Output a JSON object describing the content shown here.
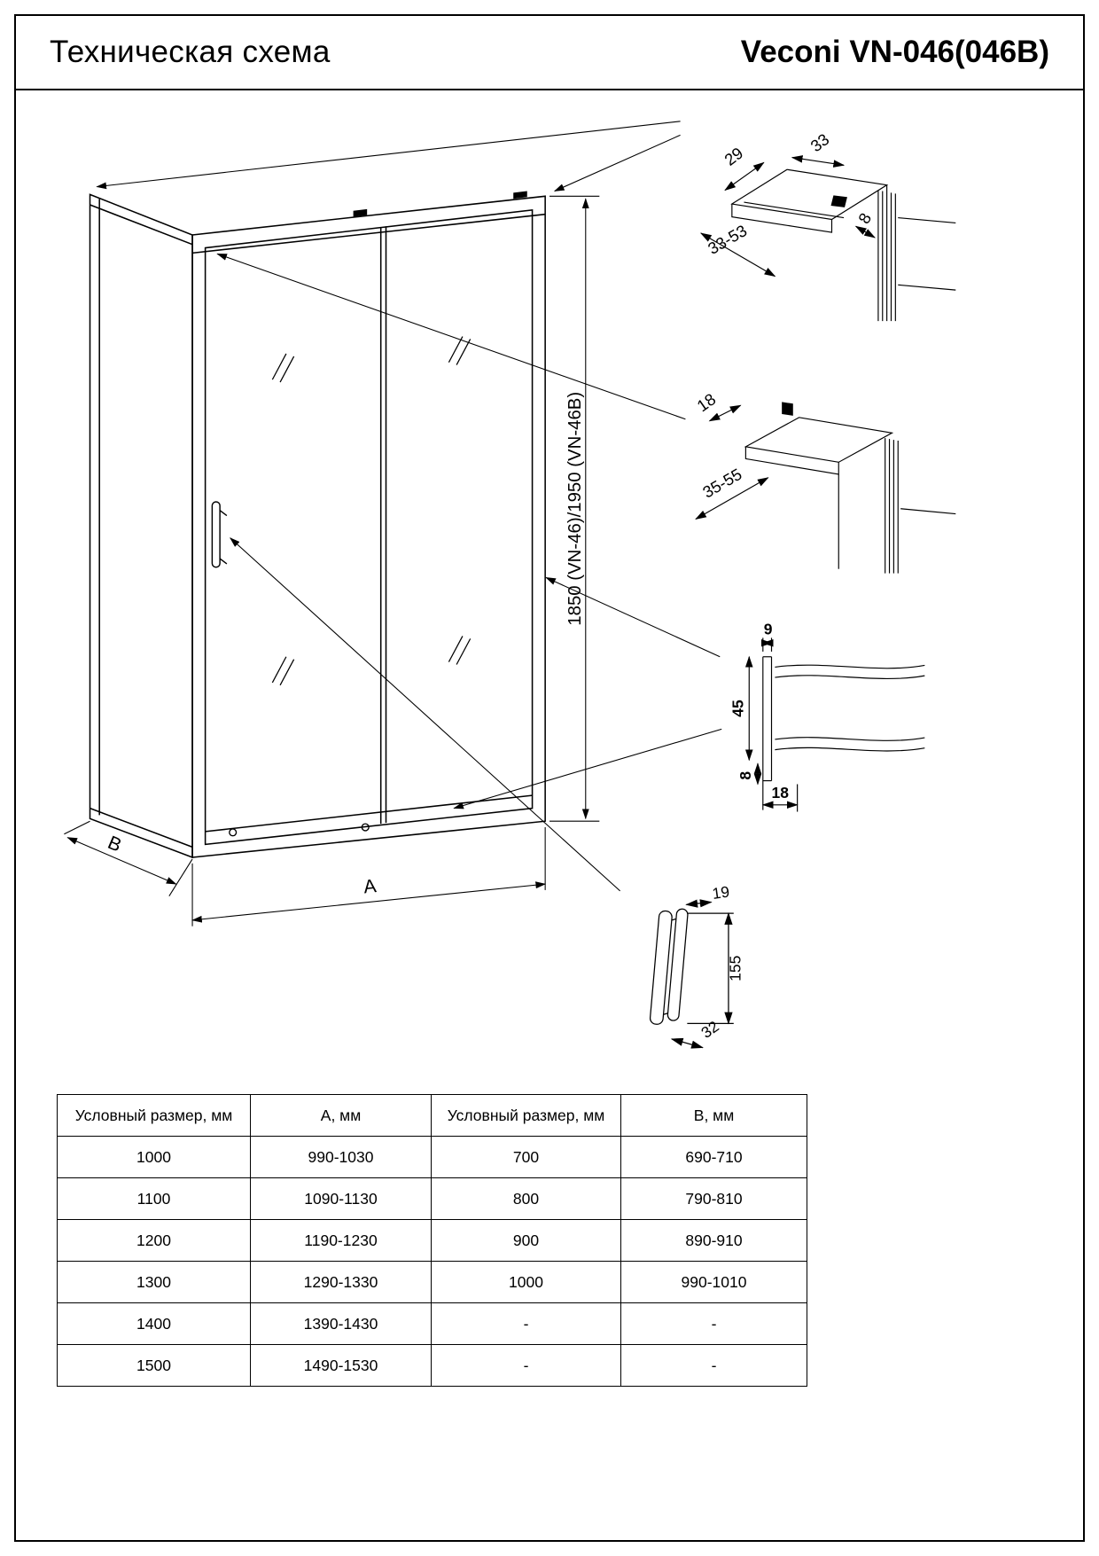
{
  "header": {
    "title": "Техническая схема",
    "model": "Veconi VN-046(046B)"
  },
  "drawing": {
    "height_label": "1850 (VN-46)/1950 (VN-46B)",
    "width_label": "A",
    "depth_label": "B",
    "detail_top": {
      "dim1": "29",
      "dim2": "33",
      "dim3": "33-53",
      "dim4": "8"
    },
    "detail_middle": {
      "dim1": "18",
      "dim2": "35-55"
    },
    "detail_profile": {
      "dim1": "9",
      "dim2": "45",
      "dim3": "8",
      "dim4": "18"
    },
    "detail_handle": {
      "dim1": "19",
      "dim2": "155",
      "dim3": "32"
    }
  },
  "table": {
    "headers": [
      "Условный размер, мм",
      "А, мм",
      "Условный размер, мм",
      "В, мм"
    ],
    "rows": [
      [
        "1000",
        "990-1030",
        "700",
        "690-710"
      ],
      [
        "1100",
        "1090-1130",
        "800",
        "790-810"
      ],
      [
        "1200",
        "1190-1230",
        "900",
        "890-910"
      ],
      [
        "1300",
        "1290-1330",
        "1000",
        "990-1010"
      ],
      [
        "1400",
        "1390-1430",
        "-",
        "-"
      ],
      [
        "1500",
        "1490-1530",
        "-",
        "-"
      ]
    ]
  }
}
